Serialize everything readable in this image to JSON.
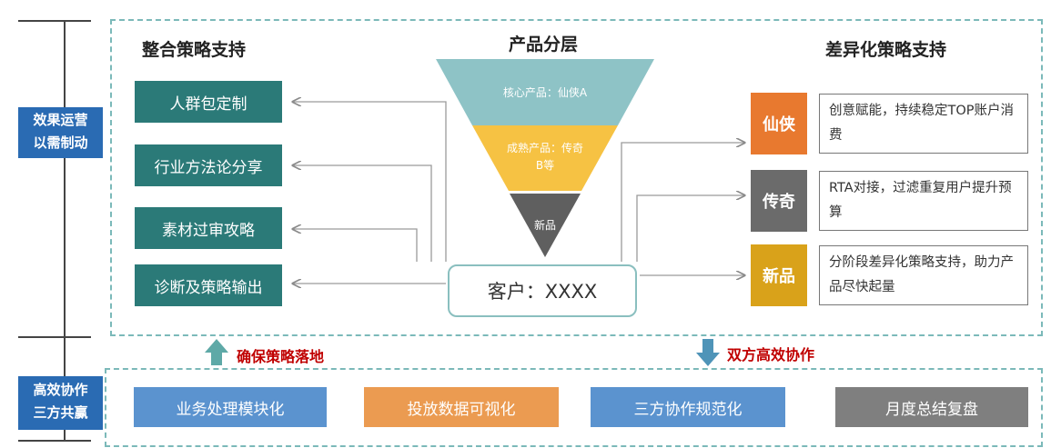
{
  "side": {
    "top_label": [
      "效果运营",
      "以需制动"
    ],
    "bottom_label": [
      "高效协作",
      "三方共赢"
    ]
  },
  "left": {
    "title": "整合策略支持",
    "items": [
      "人群包定制",
      "行业方法论分享",
      "素材过审攻略",
      "诊断及策略输出"
    ]
  },
  "center": {
    "title": "产品分层",
    "funnel": {
      "top": "核心产品：仙侠A",
      "middle_line1": "成熟产品：传奇",
      "middle_line2": "B等",
      "bottom": "新品"
    },
    "customer": "客户：XXXX"
  },
  "right": {
    "title": "差异化策略支持",
    "tiers": [
      {
        "name": "仙侠",
        "desc": "创意赋能，持续稳定TOP账户消费",
        "color": "#e8792f"
      },
      {
        "name": "传奇",
        "desc": "RTA对接，过滤重复用户提升预算",
        "color": "#6b6b6b"
      },
      {
        "name": "新品",
        "desc": "分阶段差异化策略支持，助力产品尽快起量",
        "color": "#d9a21a"
      }
    ]
  },
  "arrows": {
    "up_label": "确保策略落地",
    "down_label": "双方高效协作"
  },
  "bottom": {
    "items": [
      {
        "label": "业务处理模块化",
        "color": "#5b93cf"
      },
      {
        "label": "投放数据可视化",
        "color": "#eb9b51"
      },
      {
        "label": "三方协作规范化",
        "color": "#5b93cf"
      },
      {
        "label": "月度总结复盘",
        "color": "#7f7f7f"
      }
    ]
  },
  "colors": {
    "teal": "#2b7a78",
    "funnel_top": "#8ec3c6",
    "funnel_mid": "#f6c243",
    "funnel_bottom": "#5f5f5f",
    "accent_blue": "#2a6bb3"
  }
}
